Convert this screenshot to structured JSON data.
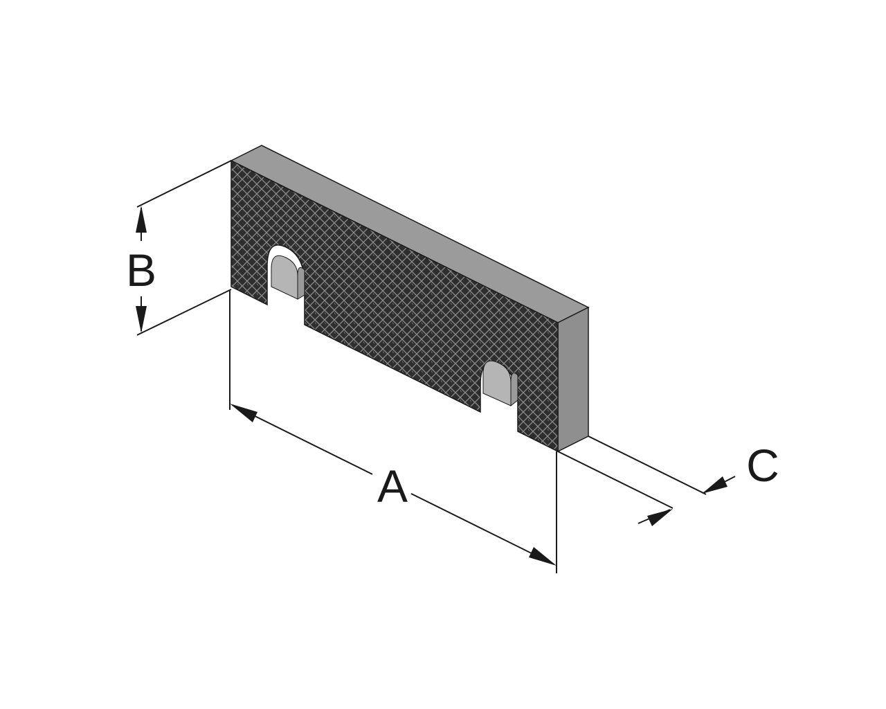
{
  "dimensions": {
    "length_label": "A",
    "height_label": "B",
    "thickness_label": "C"
  },
  "colors": {
    "line": "#1a1a1a",
    "top_face": "#9b9b9b",
    "side_face": "#8f8f8f",
    "front_face": "#2e2e2e",
    "knurl_light": "#8a8a8a",
    "slot_wall": "#9a9a9a",
    "slot_back": "#b5b5b5"
  }
}
